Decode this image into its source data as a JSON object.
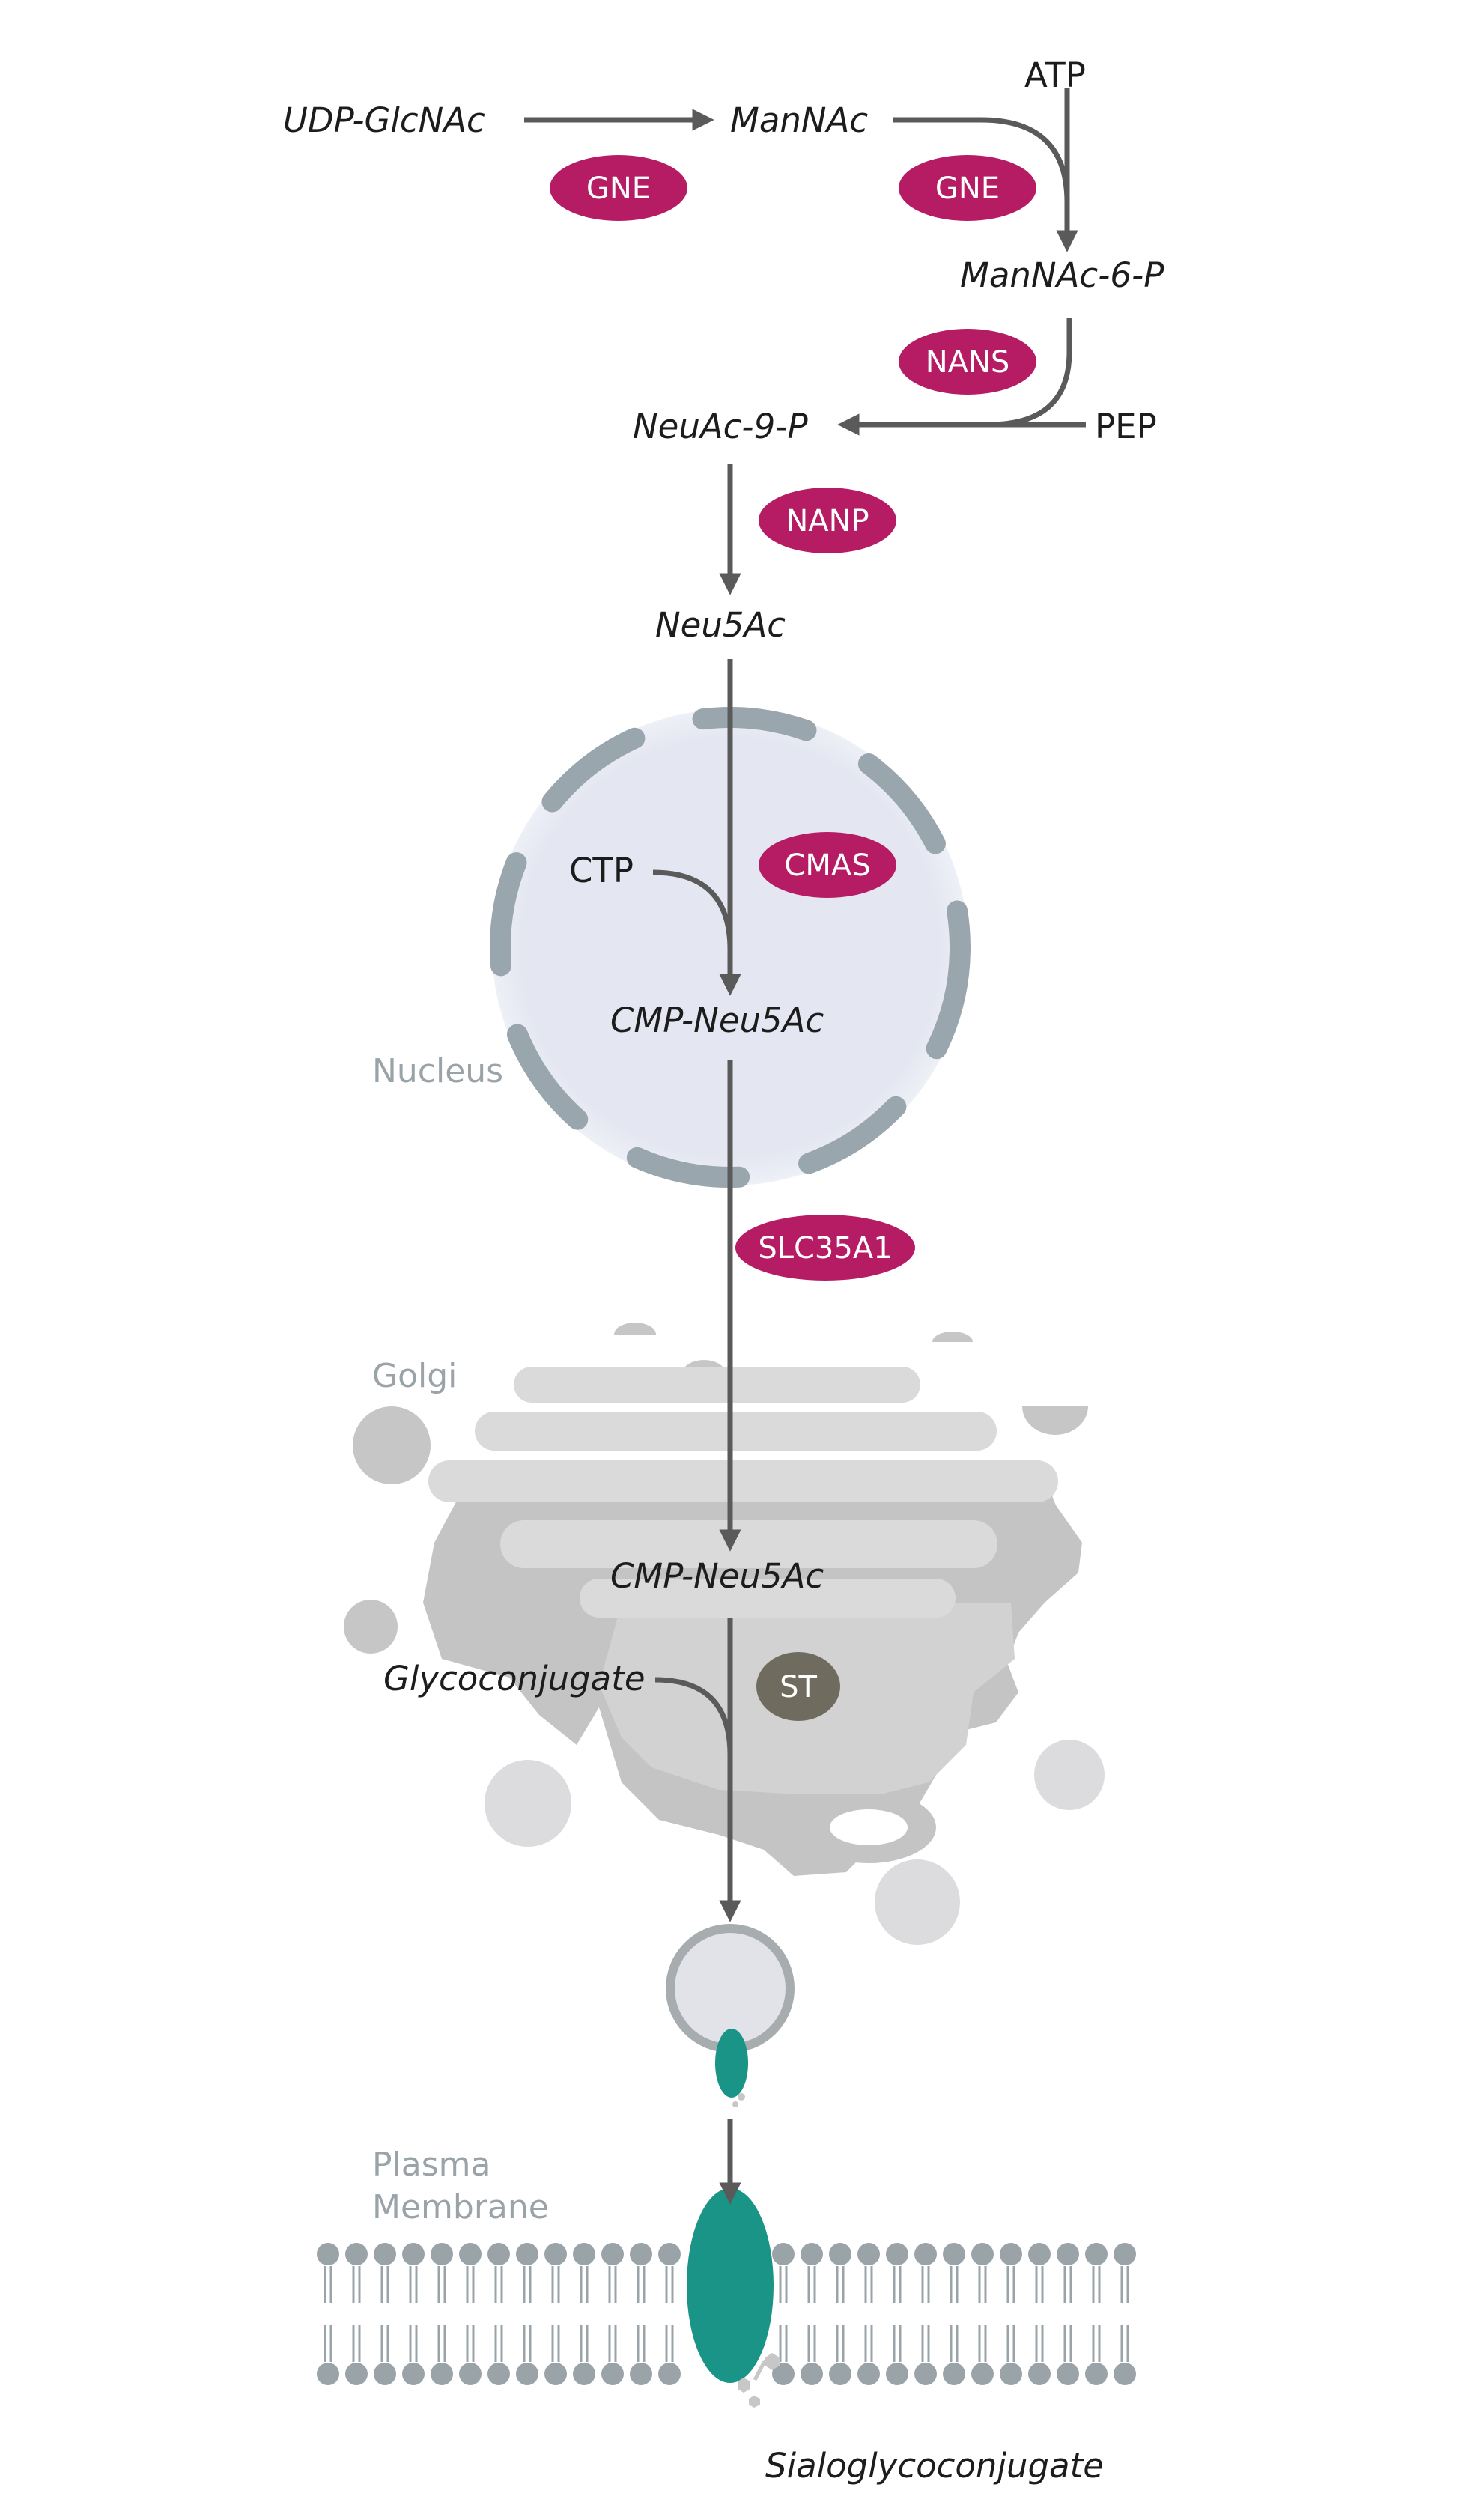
{
  "metabolites": {
    "udp_glcnac": "UDP-GlcNAc",
    "mannac": "ManNAc",
    "atp": "ATP",
    "mannac_6p": "ManNAc-6-P",
    "neuac_9p": "NeuAc-9-P",
    "pep": "PEP",
    "neu5ac": "Neu5Ac",
    "ctp": "CTP",
    "cmp_neu5ac_nucleus": "CMP-Neu5Ac",
    "cmp_neu5ac_golgi": "CMP-Neu5Ac",
    "glycoconjugate": "Glycoconjugate",
    "sialoglycoconjugate": "Sialoglycoconjugate"
  },
  "enzymes": {
    "gne_1": "GNE",
    "gne_2": "GNE",
    "nans": "NANS",
    "nanp": "NANP",
    "cmas": "CMAS",
    "slc35a1": "SLC35A1",
    "st": "ST"
  },
  "compartments": {
    "nucleus": "Nucleus",
    "golgi": "Golgi",
    "plasma_membrane_line1": "Plasma",
    "plasma_membrane_line2": "Membrane"
  },
  "colors": {
    "enzyme": "#b51c63",
    "st_enzyme": "#6f6c5f",
    "arrow": "#5a5a5a",
    "nucleus_fill": "#e4e7f1",
    "nuclear_envelope": "#9aa6ad",
    "golgi_dark": "#c4c4c4",
    "golgi_light": "#dadadb",
    "protein": "#1a9487",
    "membrane": "#9aa3a8"
  }
}
